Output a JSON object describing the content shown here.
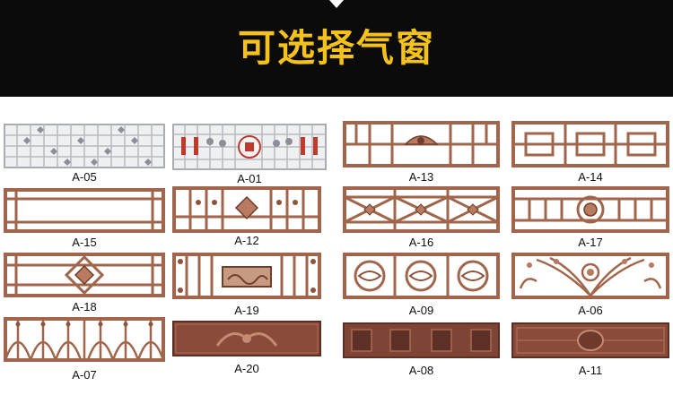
{
  "banner": {
    "title": "可选择气窗"
  },
  "colors": {
    "bronze": "#a0654a",
    "bronze_dark": "#6e3f2d",
    "bronze_light": "#d9a489",
    "silver": "#bfc2c6",
    "banner": "#0b0b0b",
    "title": "#f4c21a"
  },
  "products": [
    {
      "code": "A-05",
      "style": "silver-lattice"
    },
    {
      "code": "A-01",
      "style": "silver-lattice-lanterns"
    },
    {
      "code": "A-13",
      "style": "bronze-bars-crest"
    },
    {
      "code": "A-14",
      "style": "bronze-box-frets"
    },
    {
      "code": "A-15",
      "style": "bronze-corner-frame"
    },
    {
      "code": "A-12",
      "style": "bronze-bars-medallion"
    },
    {
      "code": "A-16",
      "style": "bronze-diamond-x"
    },
    {
      "code": "A-17",
      "style": "bronze-bars-rosette"
    },
    {
      "code": "A-18",
      "style": "bronze-diamond-center"
    },
    {
      "code": "A-19",
      "style": "bronze-bars-carved-panel"
    },
    {
      "code": "A-09",
      "style": "bronze-circle-rings"
    },
    {
      "code": "A-06",
      "style": "bronze-scrolls"
    },
    {
      "code": "A-07",
      "style": "bronze-arches"
    },
    {
      "code": "A-20",
      "style": "bronze-solid-carved"
    },
    {
      "code": "A-08",
      "style": "bronze-solid-squares"
    },
    {
      "code": "A-11",
      "style": "bronze-solid-oval"
    }
  ]
}
